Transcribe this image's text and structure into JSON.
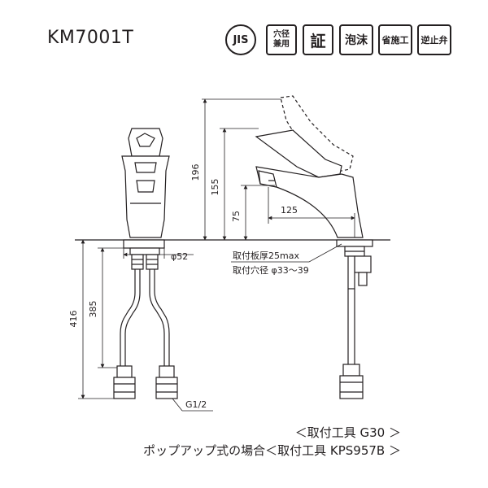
{
  "model": "KM7001T",
  "badges": {
    "jis": "JIS",
    "hole_compat_line1": "穴径",
    "hole_compat_line2": "兼用",
    "certified": "証",
    "aerator": "泡沫",
    "labor_saving": "省施工",
    "check_valve": "逆止弁"
  },
  "dimensions": {
    "total_height": "196",
    "spout_top_height": "155",
    "spout_outlet_height": "75",
    "spout_reach": "125",
    "base_diameter": "φ52",
    "below_deck_total": "416",
    "below_deck_hose": "385",
    "thread": "G1/2"
  },
  "mounting": {
    "deck_thickness": "取付板厚25max",
    "hole_diameter": "取付穴径 φ33～39"
  },
  "notes": {
    "tool": "＜取付工具 G30 ＞",
    "popup_tool": "ポップアップ式の場合＜取付工具 KPS957B ＞"
  }
}
